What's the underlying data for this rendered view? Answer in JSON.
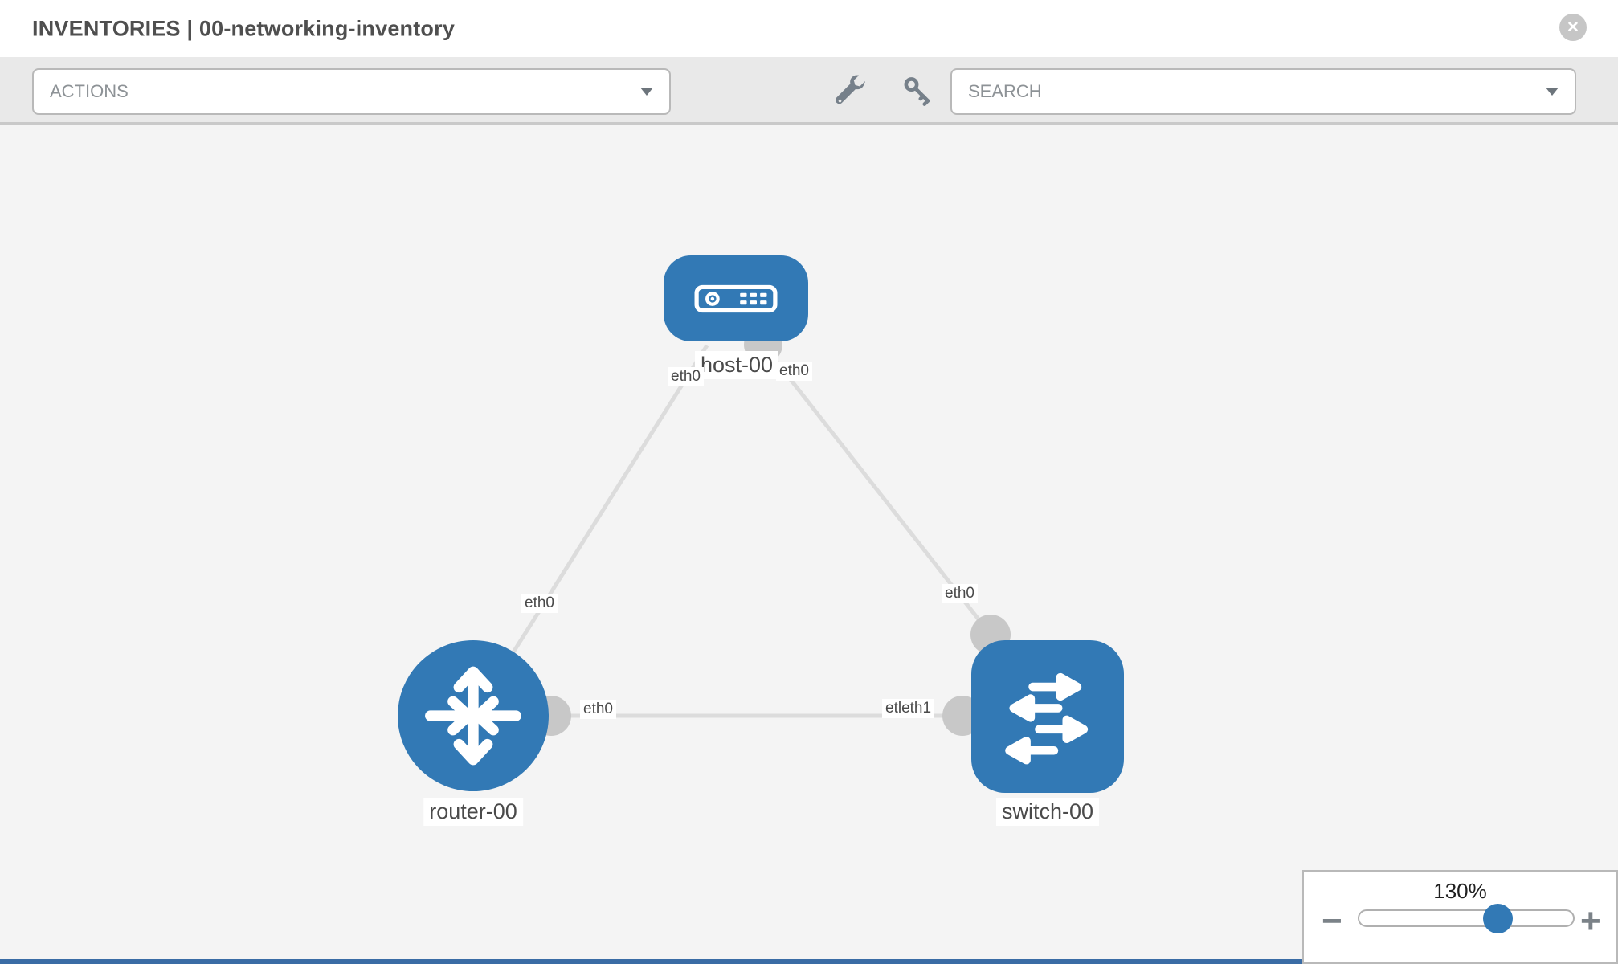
{
  "header": {
    "title": "INVENTORIES | 00-networking-inventory",
    "close_glyph": "✕"
  },
  "toolbar": {
    "actions_label": "ACTIONS",
    "search_label": "SEARCH"
  },
  "canvas": {
    "nodes": {
      "host": "host-00",
      "router": "router-00",
      "switch": "switch-00"
    },
    "interfaces": {
      "host_left": "eth0",
      "host_right": "eth0",
      "router_host_link": "eth0",
      "router_switch_near_router": "eth0",
      "host_switch_near_switch": "eth0",
      "switch_overlapping": "etleth1"
    },
    "links": [
      {
        "from": "router-00",
        "to": "host-00"
      },
      {
        "from": "host-00",
        "to": "switch-00"
      },
      {
        "from": "router-00",
        "to": "switch-00"
      }
    ]
  },
  "zoom": {
    "level": "130%",
    "minus_glyph": "−",
    "plus_glyph": "+"
  },
  "icons": {
    "close": "circle-x",
    "wrench": "wrench",
    "key": "key",
    "dropdown_caret": "triangle-down",
    "host_node": "server",
    "router_node": "four-way-arrows",
    "switch_node": "exchange-arrows",
    "zoom_minus": "minus",
    "zoom_plus": "plus"
  },
  "colors": {
    "node_blue": "#3279b5",
    "link_gray": "#dcdcdc",
    "connector_gray": "#c8c8c8",
    "toolbar_bg": "#e9e9e9",
    "canvas_bg": "#f4f4f4",
    "accent_bar": "#3a6ca5"
  }
}
